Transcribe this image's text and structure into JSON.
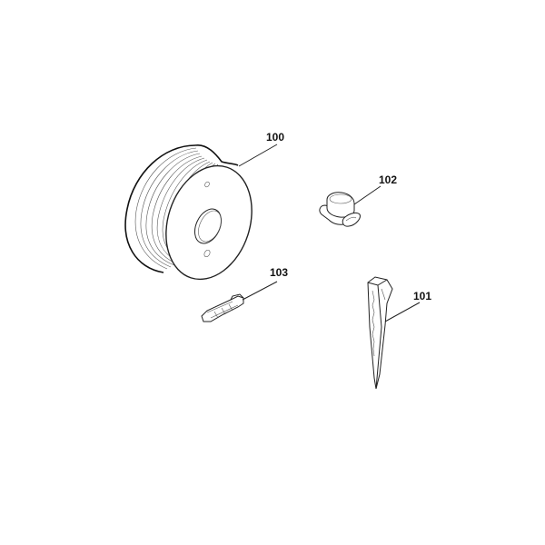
{
  "diagram": {
    "type": "exploded-parts-diagram",
    "background": "#ffffff",
    "line_color": "#222222",
    "parts": [
      {
        "id": "100",
        "label": "100",
        "description": "boundary wire spool"
      },
      {
        "id": "101",
        "label": "101",
        "description": "ground peg"
      },
      {
        "id": "102",
        "label": "102",
        "description": "wire connector"
      },
      {
        "id": "103",
        "label": "103",
        "description": "wire coupler clip"
      }
    ]
  }
}
